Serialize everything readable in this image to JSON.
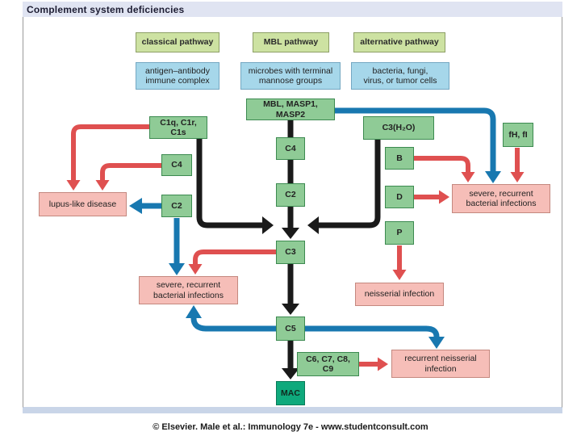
{
  "title": "Complement system deficiencies",
  "footer": "© Elsevier. Male et al.: Immunology 7e - www.studentconsult.com",
  "colors": {
    "pathway_header": "#cde2a2",
    "substrate_blue": "#a6d7ea",
    "component_green": "#8fcb96",
    "mac_teal": "#0fa97c",
    "disease_pink": "#f6beb8",
    "arrow_black": "#1a1a1a",
    "arrow_red": "#df5050",
    "arrow_blue": "#1878b0",
    "titlebar_bg": "#e0e4f2"
  },
  "nodes": {
    "classical": "classical pathway",
    "mbl": "MBL pathway",
    "alternative": "alternative pathway",
    "antigen": "antigen–antibody\nimmune complex",
    "microbes": "microbes with terminal\nmannose groups",
    "bacteria": "bacteria, fungi,\nvirus, or tumor cells",
    "masp": "MBL, MASP1, MASP2",
    "c1q": "C1q, C1r, C1s",
    "c3h2o": "C3(H₂O)",
    "fhfi": "fH, fI",
    "c4_mbl": "C4",
    "c4_classical": "C4",
    "b": "B",
    "c2_mbl": "C2",
    "c2_classical": "C2",
    "d": "D",
    "p": "P",
    "c3": "C3",
    "c5": "C5",
    "c6c9": "C6, C7, C8, C9",
    "mac": "MAC",
    "lupus": "lupus-like disease",
    "severe_left": "severe, recurrent\nbacterial infections",
    "severe_right": "severe, recurrent\nbacterial infections",
    "neisserial": "neisserial infection",
    "recurrent_neisserial": "recurrent neisserial\ninfection"
  }
}
